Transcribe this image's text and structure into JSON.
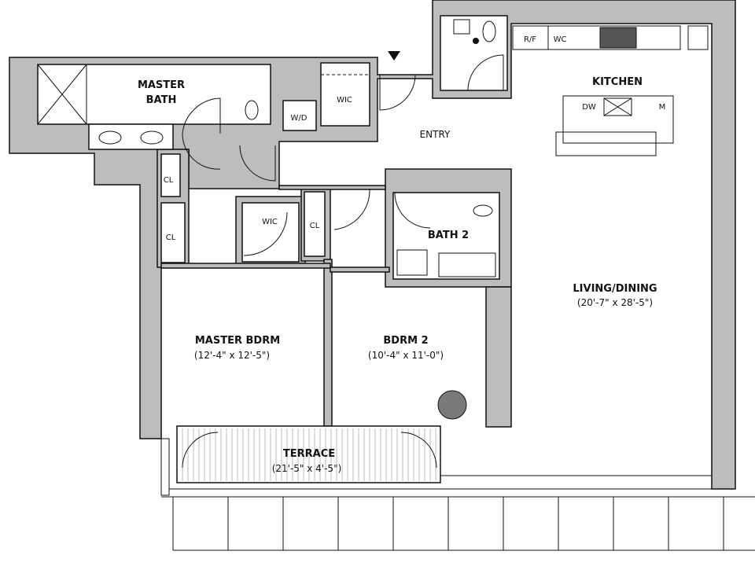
{
  "rooms": {
    "master_bath": {
      "line1": "MASTER",
      "line2": "BATH"
    },
    "wd": "W/D",
    "wic_entry": "WIC",
    "wic_master": "WIC",
    "cl_1": "CL",
    "cl_2": "CL",
    "cl_3": "CL",
    "entry": "ENTRY",
    "kitchen": "KITCHEN",
    "rf": "R/F",
    "wc": "WC",
    "dw": "DW",
    "m": "M",
    "bath2": "BATH 2",
    "living": {
      "name": "LIVING/DINING",
      "dims": "(20'-7\" x 28'-5\")"
    },
    "master_bdrm": {
      "name": "MASTER BDRM",
      "dims": "(12'-4\" x 12'-5\")"
    },
    "bdrm2": {
      "name": "BDRM 2",
      "dims": "(10'-4\" x 11'-0\")"
    },
    "terrace": {
      "name": "TERRACE",
      "dims": "(21'-5\" x 4'-5\")"
    }
  },
  "colors": {
    "wall": "#bdbdbd",
    "line": "#111111",
    "column": "#7a7a7a"
  }
}
